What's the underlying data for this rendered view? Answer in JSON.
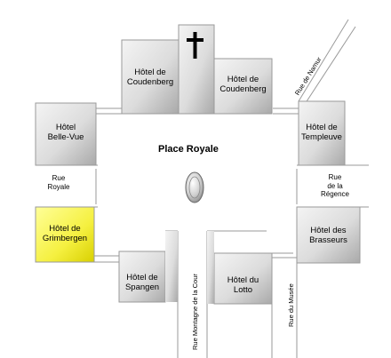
{
  "square": {
    "name": "Place Royale"
  },
  "buildings": {
    "coudenberg_left": "Hôtel de\nCoudenberg",
    "coudenberg_right": "Hôtel de\nCoudenberg",
    "belle_vue": "Hôtel\nBelle-Vue",
    "templeuve": "Hôtel de\nTempleuve",
    "grimbergen": "Hôtel de\nGrimbergen",
    "spangen": "Hôtel de\nSpangen",
    "lotto": "Hôtel du\nLotto",
    "brasseurs": "Hôtel des\nBrasseurs"
  },
  "streets": {
    "rue_royale": "Rue\nRoyale",
    "rue_regence": "Rue\nde la\nRégence",
    "rue_namur": "Rue de Namur",
    "rue_montagne": "Rue Montagne de la Cour",
    "rue_musee": "Rue du Musée"
  },
  "colors": {
    "building_light": "#f2f2f2",
    "building_dark": "#a8a8a8",
    "highlight": "#ffff55",
    "street_line": "#9a9a9a"
  },
  "icons": {
    "church": "cross-icon",
    "monument": "statue-ellipse-icon"
  }
}
